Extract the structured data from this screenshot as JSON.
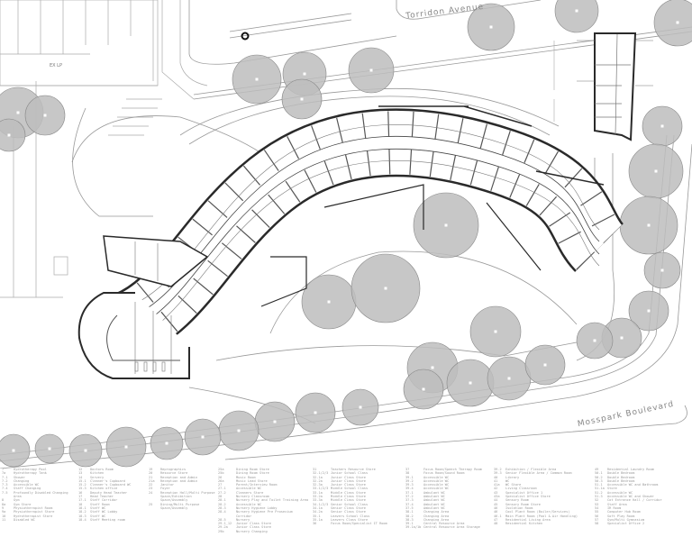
{
  "streets": {
    "torridon": "Torridon Avenue",
    "mosspark": "Mosspark Boulevard"
  },
  "site_labels": {
    "ex_lp": "EX LP"
  },
  "colors": {
    "tree_fill": "#bdbdbd",
    "wall": "#2a2a2a",
    "line": "#9a9a9a"
  },
  "legend": {
    "columns": [
      [
        {
          "code": "7",
          "label": "Hydrotherapy Pool"
        },
        {
          "code": "7a",
          "label": "Hydrotherapy Tank"
        },
        {
          "code": "7.1",
          "label": "Shower"
        },
        {
          "code": "7.2",
          "label": "Changing"
        },
        {
          "code": "7.3",
          "label": "Accessible WC"
        },
        {
          "code": "7.4",
          "label": "Staff Changing"
        },
        {
          "code": "7.5",
          "label": "Profoundly Disabled Changing Area"
        },
        {
          "code": "8",
          "label": "Gym"
        },
        {
          "code": "8a",
          "label": "Gym Store"
        },
        {
          "code": "9",
          "label": "Physiotherapist Room"
        },
        {
          "code": "9a",
          "label": "Physiotherapist Store"
        },
        {
          "code": "10",
          "label": "Hydrotherapist Store"
        },
        {
          "code": "11",
          "label": "Disabled WC"
        }
      ],
      [
        {
          "code": "12",
          "label": "Doctors Room"
        },
        {
          "code": "13",
          "label": "Kitchen"
        },
        {
          "code": "14",
          "label": "Servery"
        },
        {
          "code": "15.1",
          "label": "Cleaner's Cupboard"
        },
        {
          "code": "15.2",
          "label": "Cleaner's Cupboard WC"
        },
        {
          "code": "15.3",
          "label": "Kitchen office"
        },
        {
          "code": "16",
          "label": "Deputy Head Teacher"
        },
        {
          "code": "17",
          "label": "Head Teacher"
        },
        {
          "code": "17.1",
          "label": "Staff Corridor"
        },
        {
          "code": "18",
          "label": "Staff Room"
        },
        {
          "code": "18.1",
          "label": "Staff WC"
        },
        {
          "code": "18.2",
          "label": "Staff WC Lobby"
        },
        {
          "code": "18.3",
          "label": "Staff WC"
        },
        {
          "code": "18.4",
          "label": "Staff Meeting room"
        }
      ],
      [
        {
          "code": "19",
          "label": "Reprographics"
        },
        {
          "code": "20",
          "label": "Resource Store"
        },
        {
          "code": "21",
          "label": "Reception and Admin"
        },
        {
          "code": "21a",
          "label": "Reception and Admin"
        },
        {
          "code": "22",
          "label": "Janitor"
        },
        {
          "code": "23",
          "label": "Foyer"
        },
        {
          "code": "24",
          "label": "Reception Hall/Multi Purpose"
        },
        {
          "code": "",
          "label": "Space/Exhibition"
        },
        {
          "code": "",
          "label": "Space/Assembly"
        },
        {
          "code": "25",
          "label": "Dining/Multi Purpose"
        },
        {
          "code": "",
          "label": "Space/Assembly"
        }
      ],
      [
        {
          "code": "25a",
          "label": "Dining Room Store"
        },
        {
          "code": "25b",
          "label": "Dining Room Store"
        },
        {
          "code": "26",
          "label": "Music Room"
        },
        {
          "code": "26a",
          "label": "Music Lead Store"
        },
        {
          "code": "27",
          "label": "Parent/Interview Room"
        },
        {
          "code": "27.1",
          "label": "Accessible WC"
        },
        {
          "code": "27.2",
          "label": "Cleaners Store"
        },
        {
          "code": "28",
          "label": "Nursery Classroom"
        },
        {
          "code": "28.1",
          "label": "Nursery Play and Toilet Training Area"
        },
        {
          "code": "28.2",
          "label": "Accessible WC"
        },
        {
          "code": "28.3",
          "label": "Nursery Hygiene Lobby"
        },
        {
          "code": "28.4",
          "label": "Nursery Hygiene Pre Prosecium Corridor"
        },
        {
          "code": "28.5",
          "label": "Nursery"
        },
        {
          "code": "29.1_12",
          "label": "Junior Class Store"
        },
        {
          "code": "29.2a",
          "label": "Junior Class Store"
        },
        {
          "code": "29b",
          "label": "Nursery Changing"
        }
      ],
      [
        {
          "code": "31",
          "label": "Teachers Resource Store"
        },
        {
          "code": "32.1/2/3",
          "label": "Junior School Class"
        },
        {
          "code": "32.1a",
          "label": "Junior Class Store"
        },
        {
          "code": "32.2a",
          "label": "Junior Class Store"
        },
        {
          "code": "32.3a",
          "label": "Junior Class Store"
        },
        {
          "code": "33.1/2/3",
          "label": "Middle School Class"
        },
        {
          "code": "33.1a",
          "label": "Middle Class Store"
        },
        {
          "code": "33.2a",
          "label": "Middle Class Store"
        },
        {
          "code": "33.3a",
          "label": "Middle Class Store"
        },
        {
          "code": "34.1/2/3",
          "label": "Senior School Class"
        },
        {
          "code": "34.1a",
          "label": "Senior Class Store"
        },
        {
          "code": "34.2a",
          "label": "Senior Class Store"
        },
        {
          "code": "35.1",
          "label": "Leavers School Class"
        },
        {
          "code": "35.1a",
          "label": "Leavers Class Store"
        },
        {
          "code": "36",
          "label": "Focus Room/Specialist IT Room"
        }
      ],
      [
        {
          "code": "37",
          "label": "Focus Room/Speech Therapy Room"
        },
        {
          "code": "38",
          "label": "Focus Room/Sound Room"
        },
        {
          "code": "39.1",
          "label": "Accessible WC"
        },
        {
          "code": "39.2",
          "label": "Accessible WC"
        },
        {
          "code": "39.3",
          "label": "Accessible WC"
        },
        {
          "code": "39.4",
          "label": "Accessible WC"
        },
        {
          "code": "37.1",
          "label": "Ambulant WC"
        },
        {
          "code": "37.2",
          "label": "Ambulant WC"
        },
        {
          "code": "37.3",
          "label": "Ambulant WC"
        },
        {
          "code": "37.4",
          "label": "Ambulant WC"
        },
        {
          "code": "37.5",
          "label": "Ambulant WC"
        },
        {
          "code": "38.1",
          "label": "Changing Area"
        },
        {
          "code": "38.2",
          "label": "Changing Area"
        },
        {
          "code": "38.3",
          "label": "Changing Area"
        },
        {
          "code": "39.1",
          "label": "Central Resource Area"
        },
        {
          "code": "39.1a/1b",
          "label": "Central Resource Area Storage"
        }
      ],
      [
        {
          "code": "39.2",
          "label": "Exhibition / Flexible Area"
        },
        {
          "code": "39.3",
          "label": "Senior Flexible Area / Common Room"
        },
        {
          "code": "40",
          "label": "Library"
        },
        {
          "code": "41",
          "label": "WC"
        },
        {
          "code": "41a",
          "label": "WC Store"
        },
        {
          "code": "42",
          "label": "Living Classroom"
        },
        {
          "code": "43",
          "label": "Specialist Office 1"
        },
        {
          "code": "43a",
          "label": "Specialist Office Store"
        },
        {
          "code": "44",
          "label": "Sensory Room"
        },
        {
          "code": "45",
          "label": "Sensory Room Store"
        },
        {
          "code": "46",
          "label": "Isolation Room"
        },
        {
          "code": "46",
          "label": "Cool Plant Room (Boiler/Services)"
        },
        {
          "code": "46.1",
          "label": "Main Plant Room (Pool & Air Handling)"
        },
        {
          "code": "47",
          "label": "Residential Living Area"
        },
        {
          "code": "48",
          "label": "Residential Kitchen"
        }
      ],
      [
        {
          "code": "49",
          "label": "Residential Laundry Room"
        },
        {
          "code": "50.1",
          "label": "Double Bedroom"
        },
        {
          "code": "50.2",
          "label": "Double Bedroom"
        },
        {
          "code": "50.3",
          "label": "Double Bedroom"
        },
        {
          "code": "51.1",
          "label": "Accessible WC and Bathroom"
        },
        {
          "code": "51.1a",
          "label": "Store"
        },
        {
          "code": "51.2",
          "label": "Accessible WC"
        },
        {
          "code": "51.3",
          "label": "Accessible WC and Shower"
        },
        {
          "code": "52",
          "label": "Cot Entrance Hall / Corridor"
        },
        {
          "code": "53",
          "label": "Staff Area"
        },
        {
          "code": "54",
          "label": "IR Room"
        },
        {
          "code": "55",
          "label": "Computer Hub Room"
        },
        {
          "code": "56",
          "label": "Soft Play Room"
        },
        {
          "code": "57",
          "label": "Gym/Multi Gymnasium"
        },
        {
          "code": "58",
          "label": "Specialist Office 2"
        }
      ]
    ]
  }
}
